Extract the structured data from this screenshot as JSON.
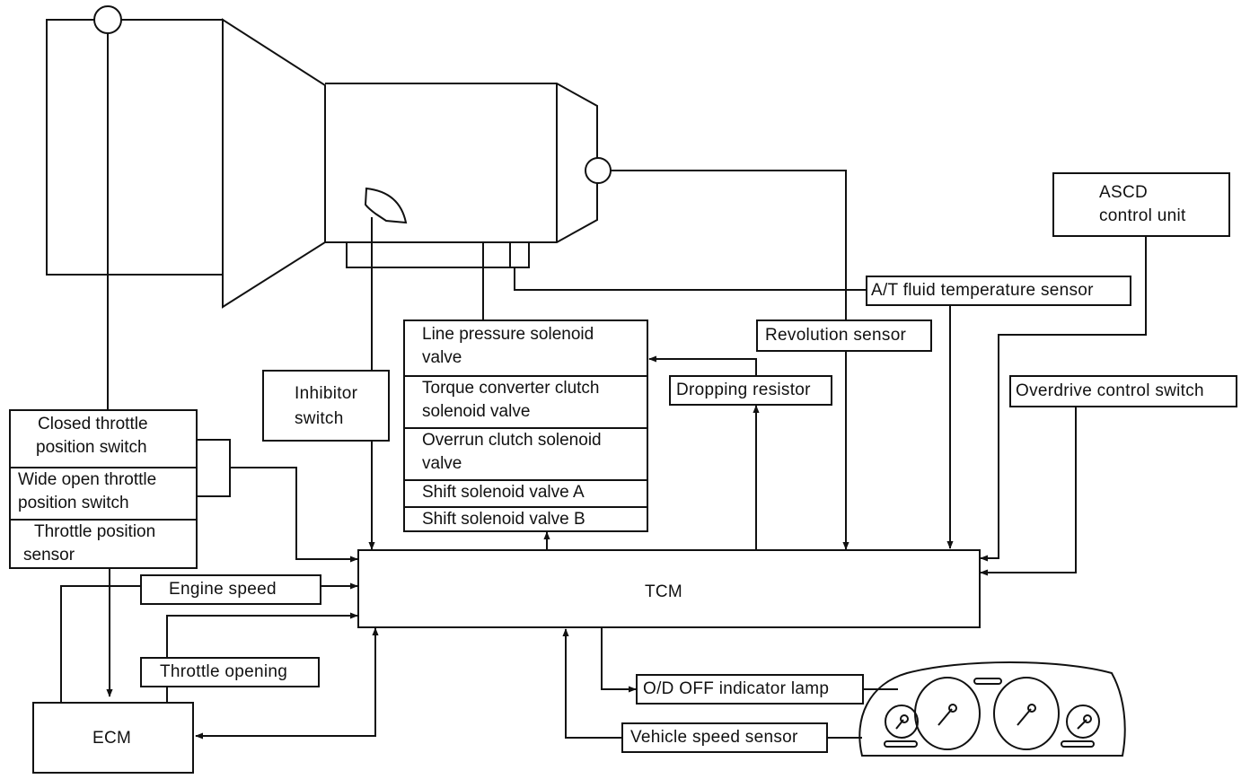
{
  "tcm": {
    "label": "TCM"
  },
  "ecm": {
    "label": "ECM"
  },
  "inhibitor_switch": {
    "line1": "Inhibitor",
    "line2": "switch"
  },
  "throttle_sensors": [
    {
      "line1": "Closed throttle",
      "line2": "position switch"
    },
    {
      "line1": "Wide open throttle",
      "line2": "position switch"
    },
    {
      "line1": "Throttle position",
      "line2": "sensor"
    }
  ],
  "engine_speed": "Engine speed",
  "throttle_opening": "Throttle opening",
  "solenoids": [
    {
      "line1": "Line pressure solenoid",
      "line2": "valve"
    },
    {
      "line1": "Torque converter clutch",
      "line2": "solenoid valve"
    },
    {
      "line1": "Overrun clutch solenoid",
      "line2": "valve"
    },
    {
      "line1": "Shift solenoid valve A",
      "line2": ""
    },
    {
      "line1": "Shift solenoid valve B",
      "line2": ""
    }
  ],
  "dropping_resistor": "Dropping resistor",
  "revolution_sensor": "Revolution sensor",
  "fluid_temp_sensor": "A/T fluid temperature sensor",
  "ascd": {
    "line1": "ASCD",
    "line2": "control unit"
  },
  "overdrive_switch": "Overdrive control switch",
  "od_off_lamp": "O/D OFF indicator lamp",
  "vehicle_speed_sensor": "Vehicle speed sensor"
}
